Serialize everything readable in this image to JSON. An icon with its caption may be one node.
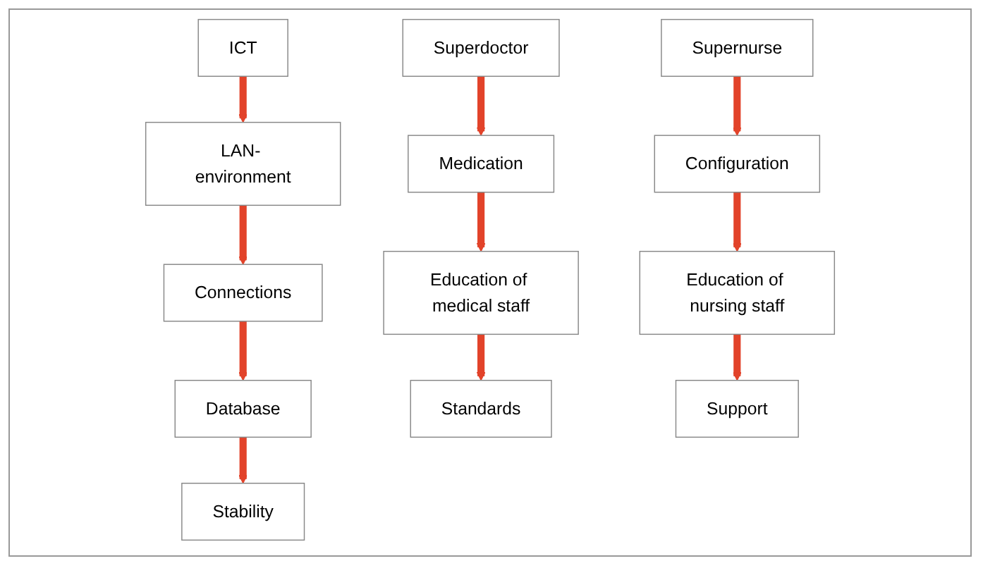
{
  "diagram": {
    "nodes": [
      {
        "text": [
          "ICT"
        ]
      },
      {
        "text": [
          "LAN- environment"
        ]
      },
      {
        "text": [
          "Connections"
        ]
      },
      {
        "text": [
          "Database"
        ]
      },
      {
        "text": [
          "Stability"
        ]
      },
      {
        "text": [
          "Superdoctor"
        ]
      },
      {
        "text": [
          "Medication"
        ]
      },
      {
        "text": [
          "Education of medical staff"
        ]
      },
      {
        "text": [
          "Standards"
        ]
      },
      {
        "text": [
          "Supernurse"
        ]
      },
      {
        "text": [
          "Configuration"
        ]
      },
      {
        "text": [
          "Education of nursing staff"
        ]
      },
      {
        "text": [
          "Support"
        ]
      }
    ],
    "edges": [
      {
        "from": 0,
        "to": 1,
        "arrow": "to"
      },
      {
        "from": 1,
        "to": 2,
        "arrow": "to"
      },
      {
        "from": 2,
        "to": 3,
        "arrow": "to"
      },
      {
        "from": 3,
        "to": 4,
        "arrow": "to"
      },
      {
        "from": 5,
        "to": 6,
        "arrow": "to"
      },
      {
        "from": 6,
        "to": 7,
        "arrow": "to"
      },
      {
        "from": 7,
        "to": 8,
        "arrow": "to"
      },
      {
        "from": 9,
        "to": 10,
        "arrow": "to"
      },
      {
        "from": 10,
        "to": 11,
        "arrow": "to"
      },
      {
        "from": 11,
        "to": 12,
        "arrow": "to"
      }
    ]
  }
}
